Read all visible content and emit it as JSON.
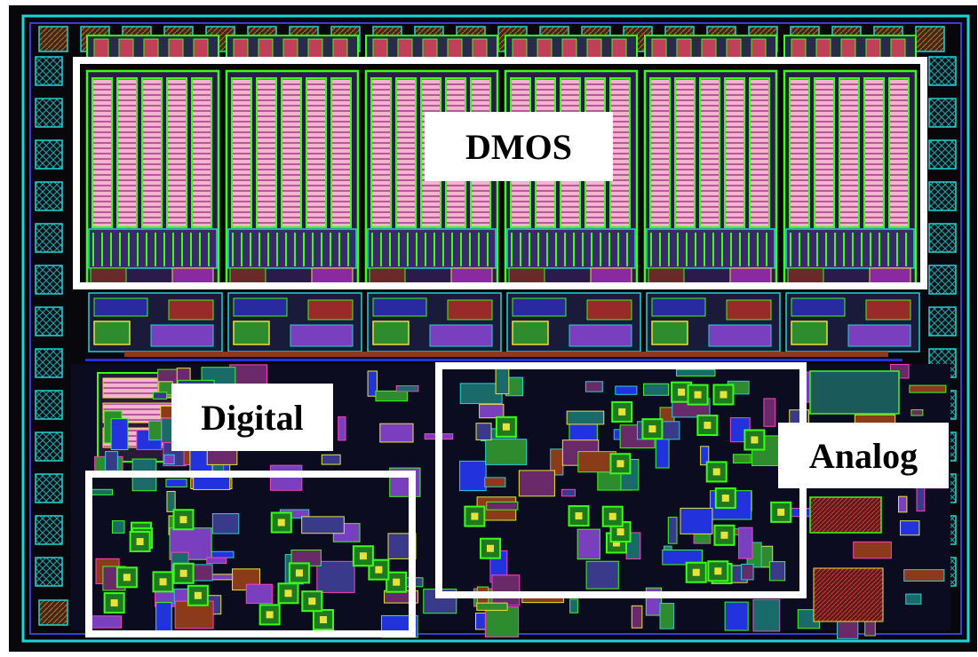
{
  "image": {
    "subject": "chip-layout",
    "background_color": "#000000",
    "frame_color": "#ffffff"
  },
  "regions": {
    "dmos": {
      "label": "DMOS"
    },
    "digital": {
      "label": "Digital"
    },
    "analog": {
      "label": "Analog"
    }
  },
  "colors": {
    "transistor_pink": "#f3b8d0",
    "metal_green": "#39ff14",
    "poly_purple": "#7a3fbf",
    "cyan": "#1ee6e6",
    "brown": "#8b3a1a",
    "blue": "#2233dd",
    "yellow": "#e7e33a"
  }
}
